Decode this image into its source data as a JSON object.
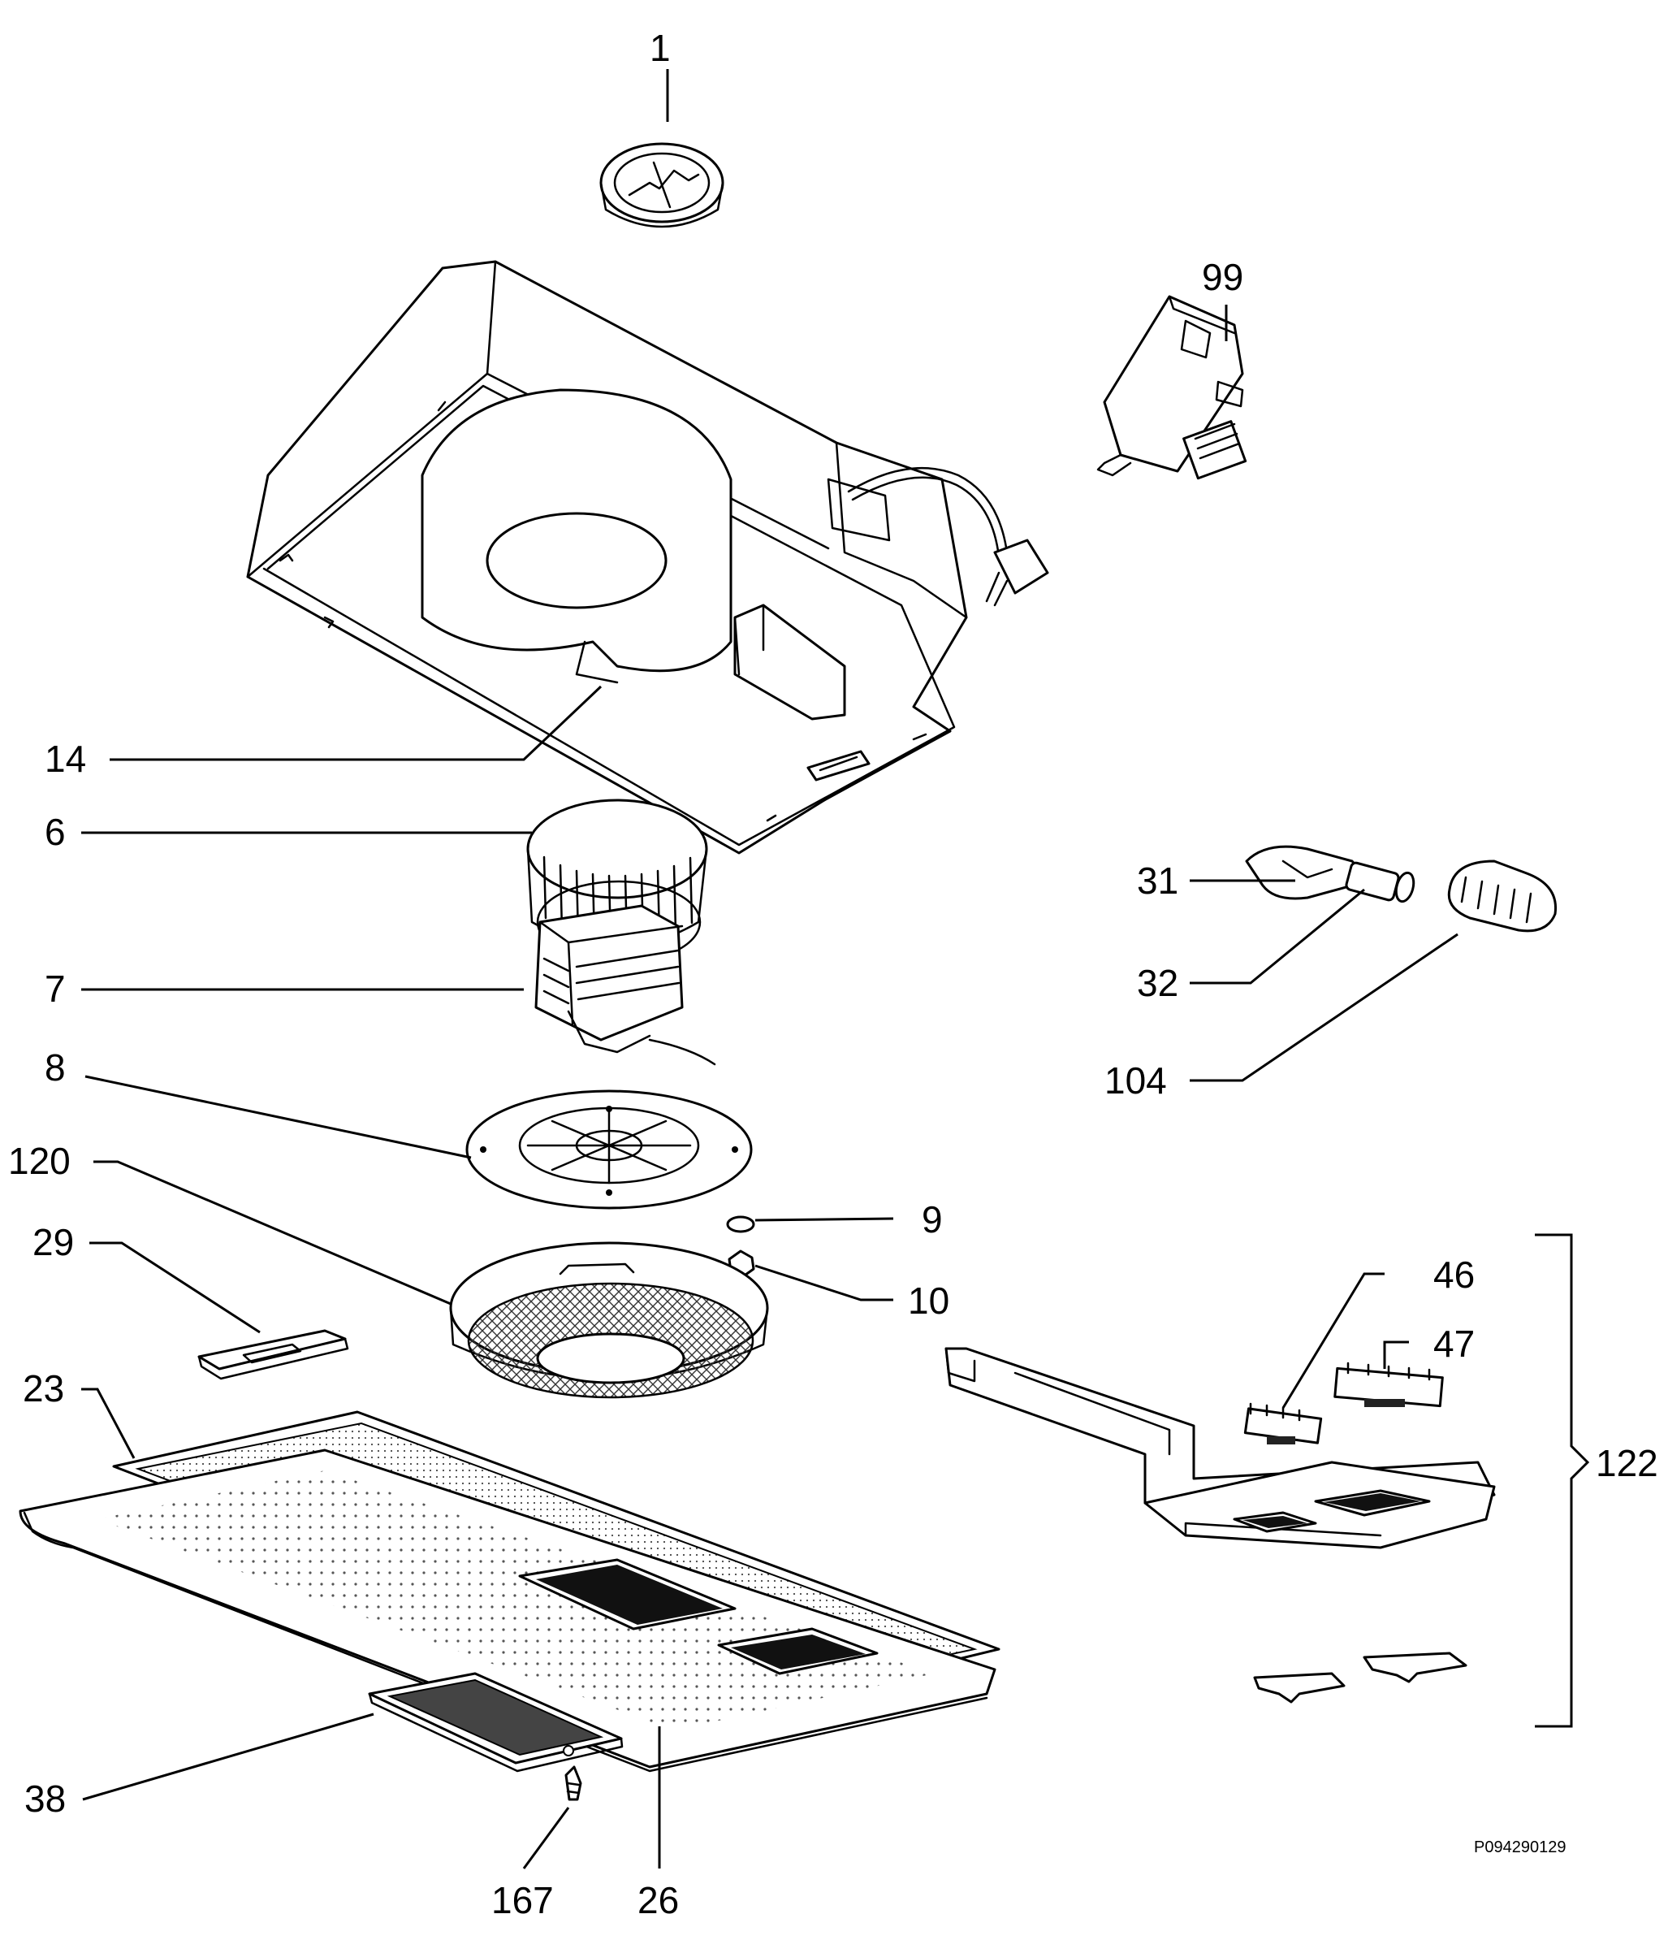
{
  "diagram": {
    "reference": "P094290129",
    "callouts": {
      "c1": "1",
      "c99": "99",
      "c14": "14",
      "c6": "6",
      "c7": "7",
      "c8": "8",
      "c120": "120",
      "c29": "29",
      "c23": "23",
      "c38": "38",
      "c167": "167",
      "c26": "26",
      "c9": "9",
      "c10": "10",
      "c31": "31",
      "c32": "32",
      "c104": "104",
      "c46": "46",
      "c47": "47",
      "c122": "122"
    }
  }
}
